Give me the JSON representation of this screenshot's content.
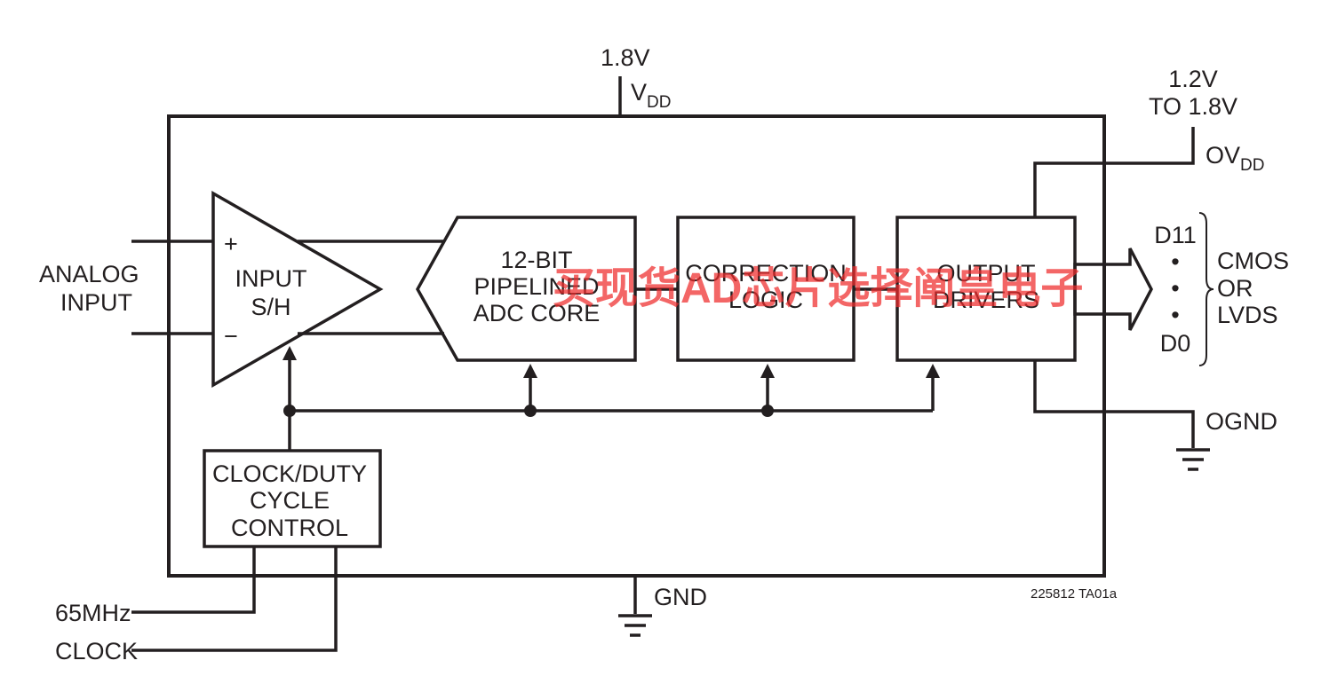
{
  "supply": {
    "vdd_voltage": "1.8V",
    "vdd_name": "V",
    "vdd_sub": "DD",
    "ovdd_voltage_1": "1.2V",
    "ovdd_voltage_2": "TO 1.8V",
    "ovdd_name": "OV",
    "ovdd_sub": "DD",
    "gnd": "GND",
    "ognd": "OGND"
  },
  "inputs": {
    "analog_line1": "ANALOG",
    "analog_line2": "INPUT",
    "plus": "+",
    "minus": "−",
    "clock_line1": "65MHz",
    "clock_line2": "CLOCK"
  },
  "blocks": {
    "sh_line1": "INPUT",
    "sh_line2": "S/H",
    "adc_line1": "12-BIT",
    "adc_line2": "PIPELINED",
    "adc_line3": "ADC CORE",
    "corr_line1": "CORRECTION",
    "corr_line2": "LOGIC",
    "drv_line1": "OUTPUT",
    "drv_line2": "DRIVERS",
    "clk_line1": "CLOCK/DUTY",
    "clk_line2": "CYCLE",
    "clk_line3": "CONTROL"
  },
  "outputs": {
    "msb": "D11",
    "lsb": "D0",
    "dot": "•",
    "mode_line1": "CMOS",
    "mode_line2": "OR",
    "mode_line3": "LVDS"
  },
  "figure_id": "225812 TA01a",
  "watermark": "买现货AD芯片选择阐皇电子"
}
